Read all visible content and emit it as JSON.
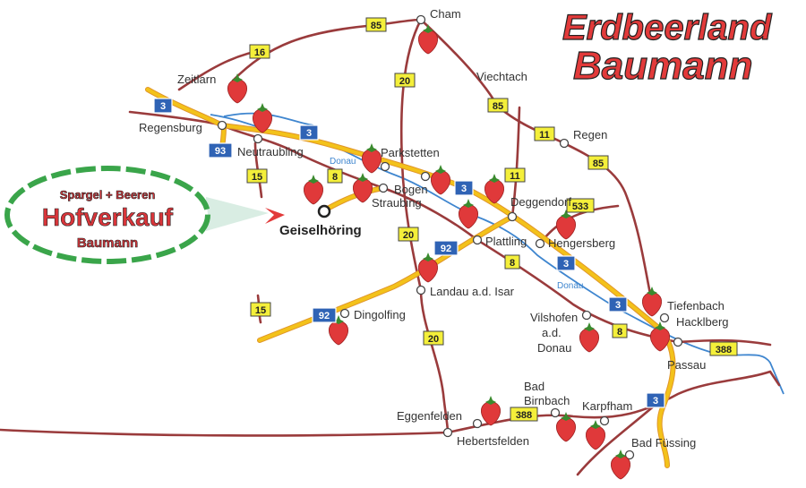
{
  "title": {
    "line1": "Erdbeerland",
    "line2": "Baumann"
  },
  "badge": {
    "line1": "Spargel + Beeren",
    "line2": "Hofverkauf",
    "line3": "Baumann"
  },
  "highlight": "Geiselhöring",
  "towns": {
    "cham": "Cham",
    "zeitlarn": "Zeitlarn",
    "regensburg": "Regensburg",
    "neutraubling": "Neutraubling",
    "parkstetten": "Parkstetten",
    "bogen": "Bogen",
    "straubing": "Straubing",
    "viechtach": "Viechtach",
    "regen": "Regen",
    "deggendorf": "Deggendorf",
    "plattling": "Plattling",
    "hengersberg": "Hengersberg",
    "landau": "Landau a.d. Isar",
    "dingolfing": "Dingolfing",
    "vilshofen1": "Vilshofen",
    "vilshofen2": "a.d.",
    "vilshofen3": "Donau",
    "tiefenbach": "Tiefenbach",
    "hacklberg": "Hacklberg",
    "passau": "Passau",
    "eggenfelden": "Eggenfelden",
    "hebertsfelden": "Hebertsfelden",
    "badbirnbach1": "Bad",
    "badbirnbach2": "Birnbach",
    "karpfham": "Karpfham",
    "badfuessing": "Bad Füssing"
  },
  "river": {
    "donau1": "Donau",
    "donau2": "Donau"
  },
  "roads": {
    "b85": "85",
    "b16": "16",
    "b20": "20",
    "b11": "11",
    "b533": "533",
    "b8": "8",
    "b15": "15",
    "b388": "388",
    "a3": "3",
    "a92": "92",
    "a93": "93"
  },
  "colors": {
    "road": "#9a3b3c",
    "autobahn": "#f3c21a",
    "river": "#3f86cf",
    "strawberry": "#e0393a",
    "badge_border": "#3aa54a"
  }
}
